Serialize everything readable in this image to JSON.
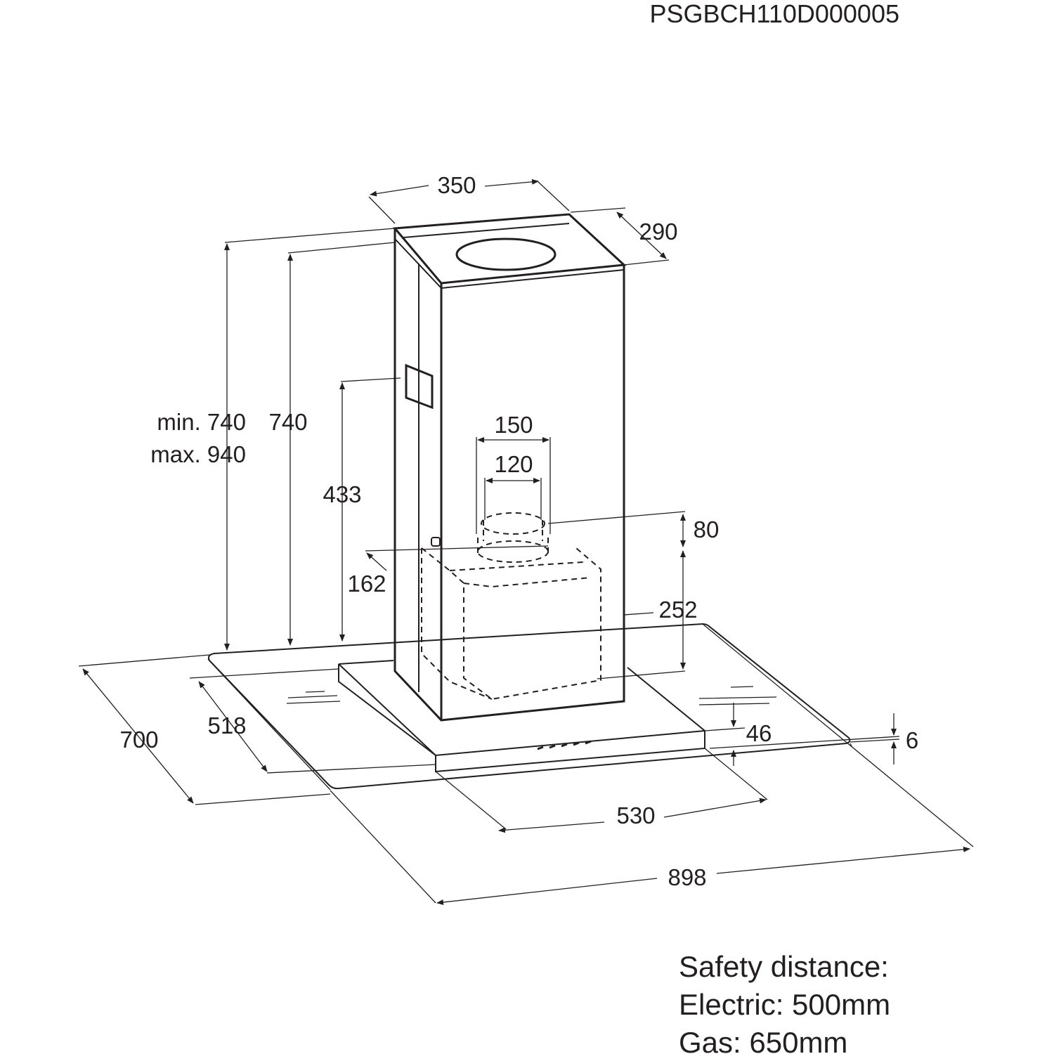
{
  "model_code": "PSGBCH110D000005",
  "dimensions": {
    "chimney_width": "350",
    "chimney_depth": "290",
    "total_height_min": "min. 740",
    "total_height_max": "max. 940",
    "chimney_height": "740",
    "height_433": "433",
    "outlet_outer": "150",
    "outlet_inner": "120",
    "outlet_height": "80",
    "offset_162": "162",
    "motor_height": "252",
    "glass_depth": "700",
    "base_depth": "518",
    "base_height": "46",
    "glass_thickness": "6",
    "base_width": "530",
    "glass_width": "898"
  },
  "safety": {
    "title": "Safety distance:",
    "electric": "Electric: 500mm",
    "gas": "Gas: 650mm"
  }
}
